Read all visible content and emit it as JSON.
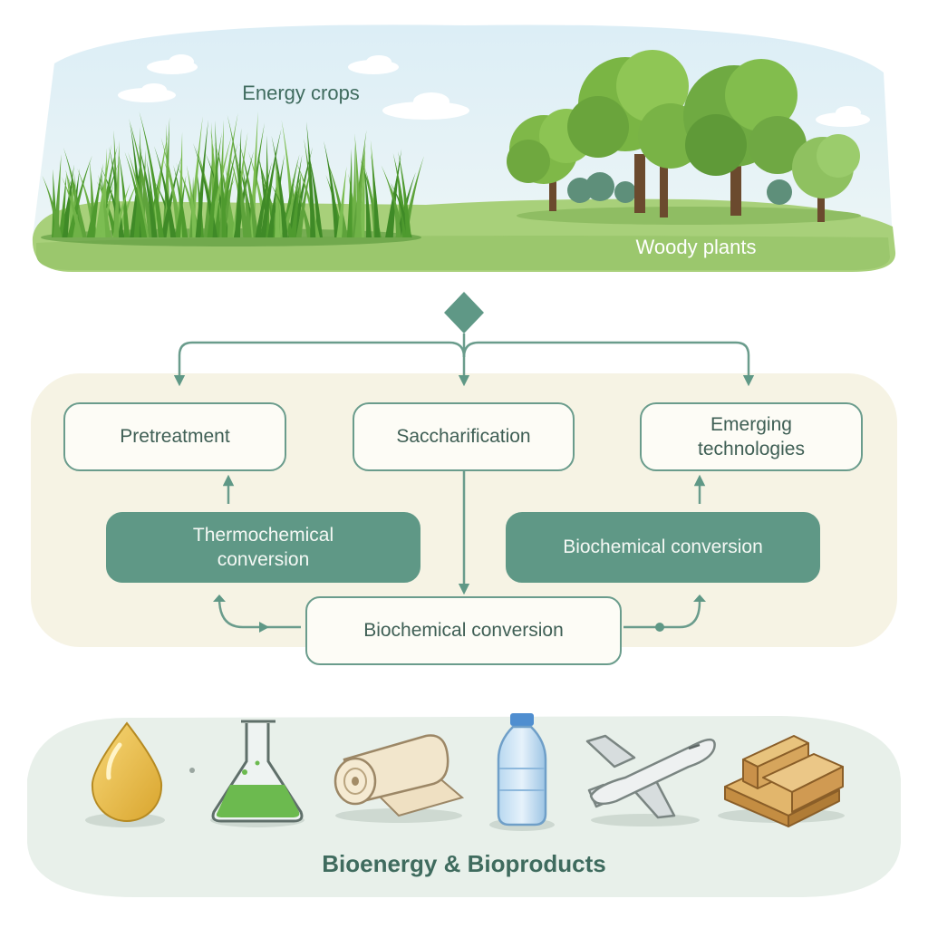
{
  "scene": {
    "energy_crops_label": "Energy crops",
    "woody_plants_label": "Woody plants"
  },
  "process": {
    "pretreatment": "Pretreatment",
    "saccharification": "Saccharification",
    "emerging_line1": "Emerging",
    "emerging_line2": "technologies",
    "thermo_line1": "Thermochemical",
    "thermo_line2": "conversion",
    "biochem_right": "Biochemical conversion",
    "biochem_bottom": "Biochemical conversion"
  },
  "products": {
    "title": "Bioenergy & Bioproducts",
    "icons": [
      "oil-drop-icon",
      "flask-icon",
      "paper-roll-icon",
      "water-bottle-icon",
      "airplane-icon",
      "wood-planks-icon"
    ]
  },
  "colors": {
    "accent": "#5f9886",
    "line": "#6a9c8c",
    "panel": "#f6f3e4",
    "grass": "#5ea33b",
    "ground": "#a8d07a"
  }
}
